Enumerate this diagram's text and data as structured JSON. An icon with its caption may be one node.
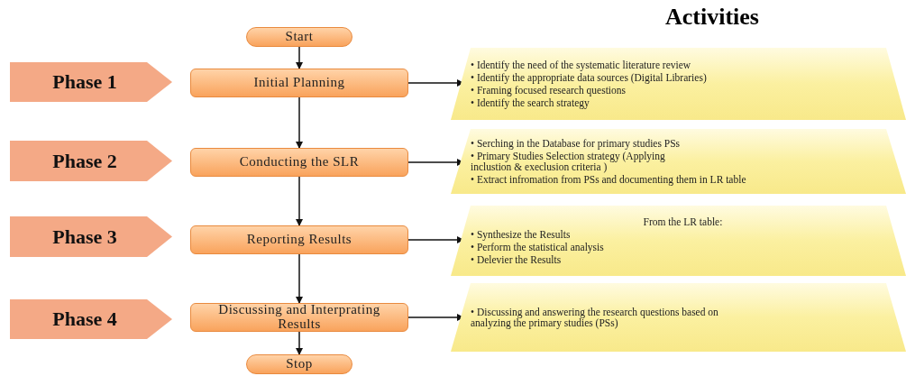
{
  "diagram": {
    "title": "Activities",
    "nodes": [
      {
        "text": [
          "Start"
        ]
      },
      {
        "text": [
          "Initial Planning"
        ]
      },
      {
        "text": [
          "Conducting the SLR"
        ]
      },
      {
        "text": [
          "Reporting Results"
        ]
      },
      {
        "text": [
          "Discussing and Interprating Results"
        ]
      },
      {
        "text": [
          "Stop"
        ]
      },
      {
        "text": [
          "Phase 1"
        ]
      },
      {
        "text": [
          "Phase 2"
        ]
      },
      {
        "text": [
          "Phase 3"
        ]
      },
      {
        "text": [
          "Phase 4"
        ]
      },
      {
        "text": [
          "• Identify the need of the systematic literature review",
          "• Identify the appropriate data sources (Digital Libraries)",
          "• Framing focused research questions",
          "• Identify the search strategy"
        ]
      },
      {
        "text": [
          "• Serching in the Database for primary studies PSs",
          "• Primary Studies Selection strategy (Applying inclustion  & execlusion criteria )",
          "• Extract infromation from PSs and documenting them in LR table"
        ]
      },
      {
        "text": [
          "From the LR table:",
          "• Synthesize the Results",
          "• Perform the statistical analysis",
          "• Delevier the Results"
        ]
      },
      {
        "text": [
          "• Discussing and answering the research questions based on analyzing the primary studies (PSs)"
        ]
      }
    ],
    "edges": [
      {
        "from": 0,
        "to": 1,
        "arrow": "to"
      },
      {
        "from": 1,
        "to": 2,
        "arrow": "to"
      },
      {
        "from": 2,
        "to": 3,
        "arrow": "to"
      },
      {
        "from": 3,
        "to": 4,
        "arrow": "to"
      },
      {
        "from": 4,
        "to": 5,
        "arrow": "to"
      },
      {
        "from": 1,
        "to": 10,
        "arrow": "to"
      },
      {
        "from": 2,
        "to": 11,
        "arrow": "to"
      },
      {
        "from": 3,
        "to": 12,
        "arrow": "to"
      },
      {
        "from": 4,
        "to": 13,
        "arrow": "to"
      }
    ]
  }
}
